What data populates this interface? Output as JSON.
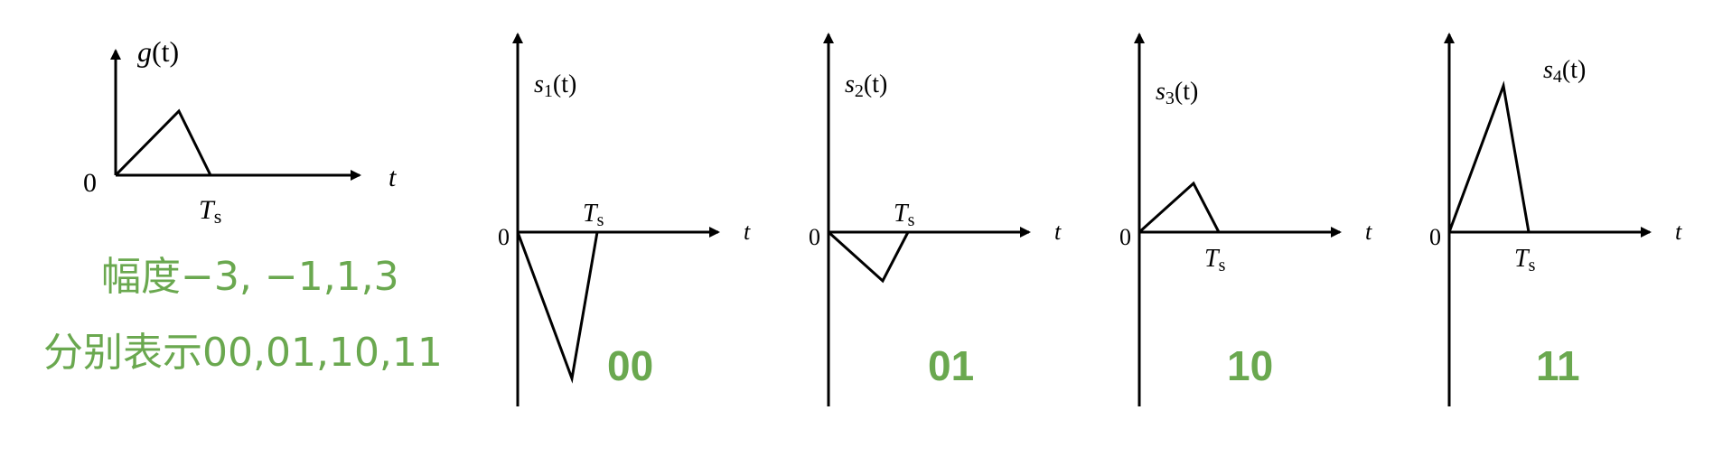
{
  "colors": {
    "ink": "#000000",
    "accent": "#6aa84f"
  },
  "basis": {
    "func_label": "g",
    "arg_label": "(t)",
    "origin": "0",
    "axis_var": "t",
    "period_main": "T",
    "period_sub": "s"
  },
  "caption": {
    "line1": "幅度−3, −1,1,3",
    "line2": "分别表示00,01,10,11"
  },
  "signals": [
    {
      "name_main": "s",
      "name_sub": "1",
      "name_arg": "(t)",
      "origin": "0",
      "axis_var": "t",
      "period_main": "T",
      "period_sub": "s",
      "amplitude": -3,
      "code": "00"
    },
    {
      "name_main": "s",
      "name_sub": "2",
      "name_arg": "(t)",
      "origin": "0",
      "axis_var": "t",
      "period_main": "T",
      "period_sub": "s",
      "amplitude": -1,
      "code": "01"
    },
    {
      "name_main": "s",
      "name_sub": "3",
      "name_arg": "(t)",
      "origin": "0",
      "axis_var": "t",
      "period_main": "T",
      "period_sub": "s",
      "amplitude": 1,
      "code": "10"
    },
    {
      "name_main": "s",
      "name_sub": "4",
      "name_arg": "(t)",
      "origin": "0",
      "axis_var": "t",
      "period_main": "T",
      "period_sub": "s",
      "amplitude": 3,
      "code": "11"
    }
  ]
}
